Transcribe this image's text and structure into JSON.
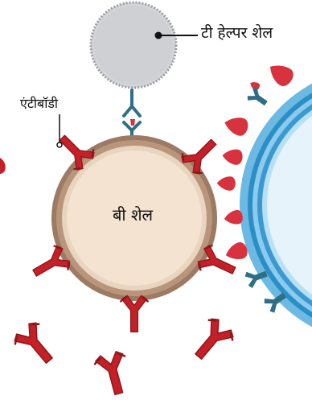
{
  "labels": {
    "t_helper_cell": "टी हेल्पर शेल",
    "b_cell": "बी शेल",
    "antibody": "एंटीबॉडी"
  },
  "colors": {
    "antibody_red": "#c42027",
    "antibody_dark_red": "#8f1519",
    "antigen_red": "#d8323f",
    "teal_receptor": "#2f6f86",
    "b_cell_fill": "#f3e3d0",
    "b_cell_ring": "#a8826a",
    "t_cell_fill": "#d4d5d8",
    "t_cell_border": "#9a9ca2",
    "pathogen_blue": "#2b8fc6",
    "pathogen_inner": "#e6f3fb"
  }
}
